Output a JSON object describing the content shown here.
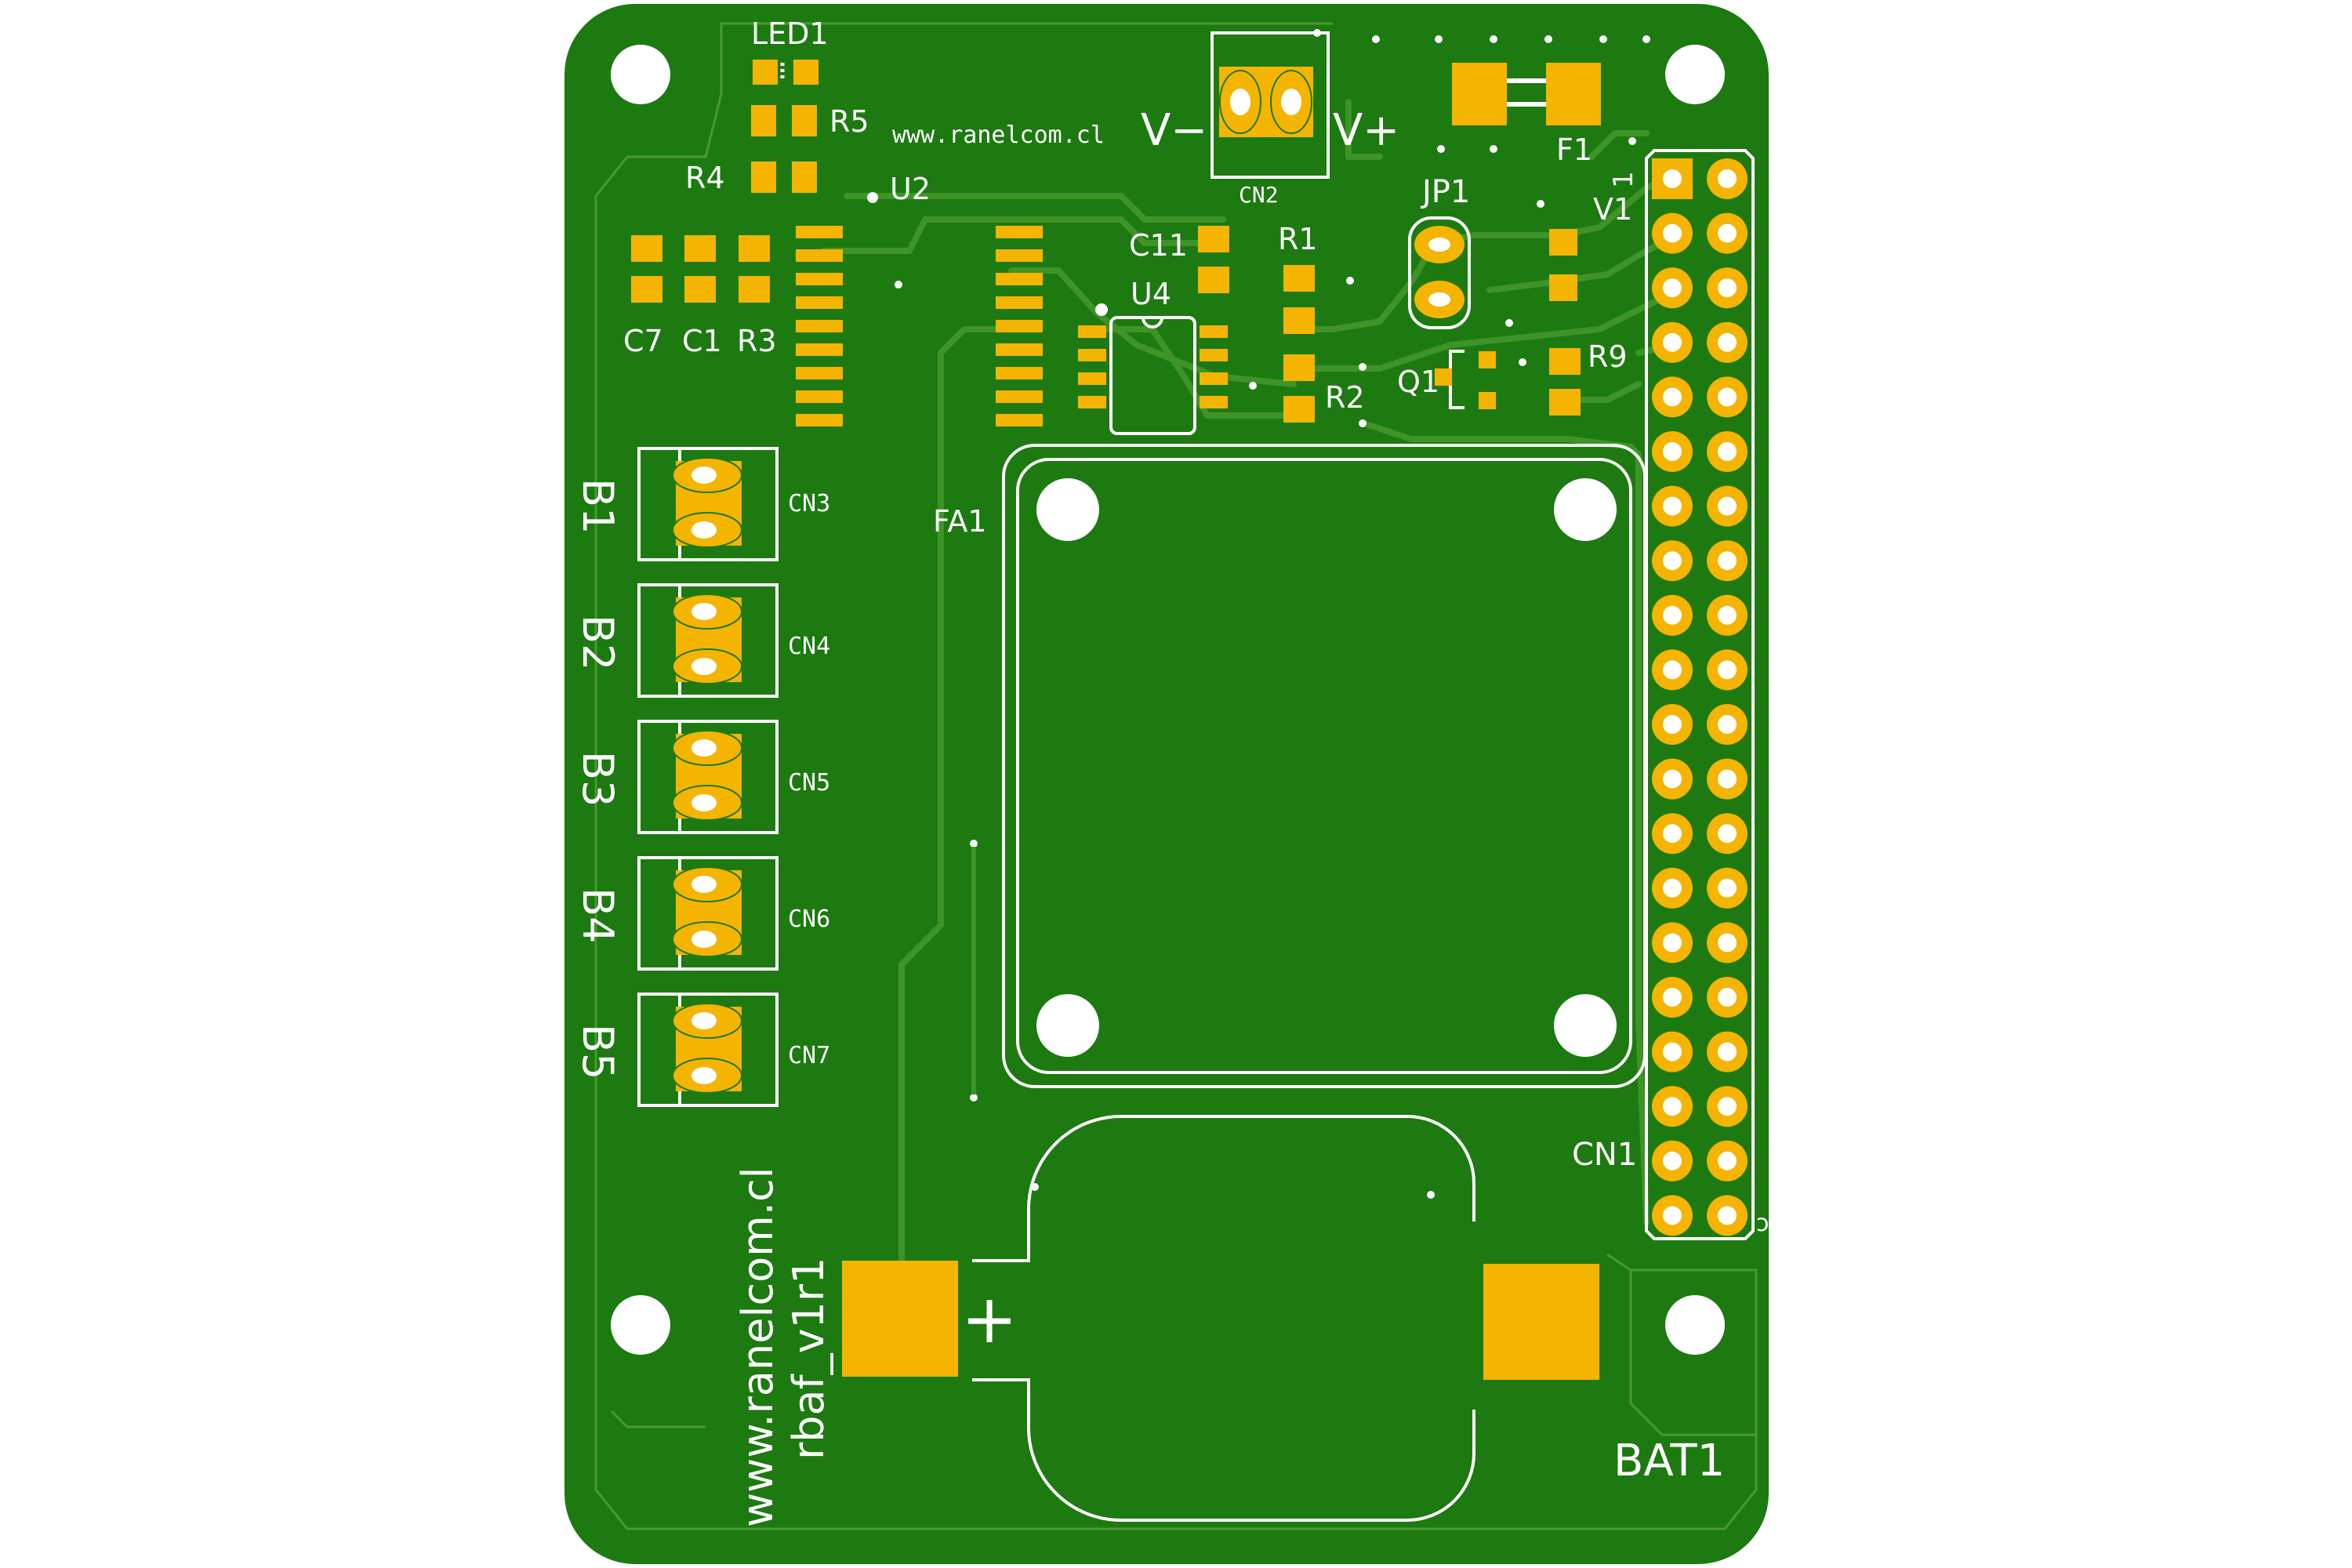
{
  "board": {
    "colors": {
      "substrate": "#1c7a10",
      "copper_pour_outline": "#4a9a30",
      "pad": "#f5b400",
      "silkscreen": "#ffffff",
      "hole": "#ffffff",
      "trace": "#3f9428"
    }
  },
  "silkscreen": {
    "website_top": "www.ranelcom.cl",
    "website_side": "www.ranelcom.cl",
    "revision": "rbaf_v1r1",
    "v_minus": "V−",
    "v_plus": "V+",
    "battery_plus": "+",
    "pin_one": "1"
  },
  "references": {
    "led1": "LED1",
    "r5": "R5",
    "r4": "R4",
    "u2": "U2",
    "c7": "C7",
    "c1": "C1",
    "r3": "R3",
    "c11": "C11",
    "u4": "U4",
    "r1": "R1",
    "r2": "R2",
    "jp1": "JP1",
    "v1": "V1",
    "q1": "Q1",
    "r9": "R9",
    "f1": "F1",
    "cn1": "CN1",
    "cn2": "CN2",
    "cn3": "CN3",
    "cn4": "CN4",
    "cn5": "CN5",
    "cn6": "CN6",
    "cn7": "CN7",
    "fa1": "FA1",
    "bat1": "BAT1"
  },
  "battery_terminals": [
    {
      "ref": "CN3",
      "label": "B1"
    },
    {
      "ref": "CN4",
      "label": "B2"
    },
    {
      "ref": "CN5",
      "label": "B3"
    },
    {
      "ref": "CN6",
      "label": "B4"
    },
    {
      "ref": "CN7",
      "label": "B5"
    }
  ],
  "header": {
    "rows": 20,
    "columns": 2
  }
}
